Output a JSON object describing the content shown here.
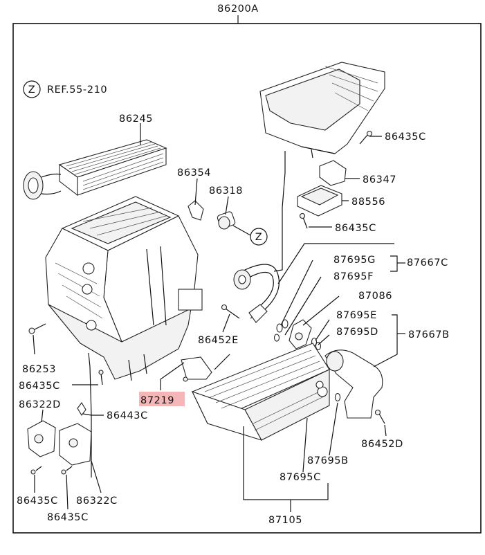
{
  "diagram": {
    "assembly_number": "86200A",
    "reference_marker": "Z",
    "reference_text": "REF.55-210",
    "labels": {
      "p86245": "86245",
      "p86354": "86354",
      "p86318": "86318",
      "p86435c_top": "86435C",
      "p86347": "86347",
      "p88556": "88556",
      "p86435c_mid": "86435C",
      "p87695g": "87695G",
      "p87667c": "87667C",
      "p87695f": "87695F",
      "p87086": "87086",
      "p87695e": "87695E",
      "p87695d": "87695D",
      "p87667b": "87667B",
      "p86452e": "86452E",
      "p86253": "86253",
      "p86435c_left": "86435C",
      "p87219": "87219",
      "p86322d": "86322D",
      "p86443c": "86443C",
      "p86452d": "86452D",
      "p87695b": "87695B",
      "p87695c": "87695C",
      "p86435c_bl": "86435C",
      "p86322c": "86322C",
      "p86435c_bottom": "86435C",
      "p87105": "87105"
    },
    "highlight_color": "#f4b6b6",
    "highlighted_part": "87219"
  }
}
